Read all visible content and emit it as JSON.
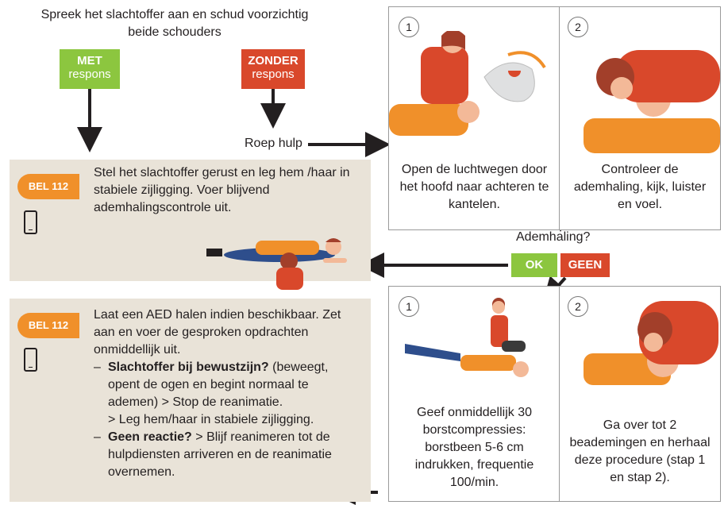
{
  "intro": "Spreek het slachtoffer aan en schud voorzichtig beide schouders",
  "met": {
    "bold": "MET",
    "sub": "respons",
    "color": "#8cc63f"
  },
  "zonder": {
    "bold": "ZONDER",
    "sub": "respons",
    "color": "#d9482b"
  },
  "roep_hulp": "Roep hulp",
  "box1": {
    "bel": "BEL 112",
    "text": "Stel het slachtoffer gerust en leg hem /haar in stabiele zijligging. Voer blijvend ademhalingscontrole uit.",
    "icon": "phone-icon"
  },
  "top_panels": [
    {
      "num": "1",
      "caption": "Open de luchtwegen door het hoofd naar achteren te kantelen."
    },
    {
      "num": "2",
      "caption": "Controleer de ademhaling, kijk, luister en voel."
    }
  ],
  "ademhaling": {
    "question": "Ademhaling?",
    "ok": "OK",
    "geen": "GEEN"
  },
  "box2": {
    "bel": "BEL 112",
    "line1": "Laat een AED halen indien beschikbaar. Zet aan en voer de gesproken opdrachten onmiddellijk uit.",
    "item1_dash": "–",
    "item1_bold": "Slachtoffer bij bewustzijn?",
    "item1_rest": " (beweegt, opent de ogen en begint normaal te ademen) > Stop de reanimatie.",
    "item1_more": "> Leg hem/haar in stabiele zijligging.",
    "item2_dash": "–",
    "item2_bold": "Geen reactie?",
    "item2_rest": " > Blijf reanimeren tot de hulpdiensten arriveren en de reanimatie overnemen."
  },
  "bottom_panels": [
    {
      "num": "1",
      "caption": "Geef onmiddellijk 30 borstcompressies: borstbeen 5-6 cm indrukken, frequentie 100/min."
    },
    {
      "num": "2",
      "caption": "Ga over tot 2 beademingen en herhaal deze procedure (stap 1 en stap 2)."
    }
  ],
  "colors": {
    "orange": "#f0902a",
    "red": "#d9482b",
    "green": "#8cc63f",
    "beige": "#e9e3d8",
    "skin": "#f3b998",
    "hair": "#a23f2a",
    "jeans": "#2e4e8c"
  }
}
